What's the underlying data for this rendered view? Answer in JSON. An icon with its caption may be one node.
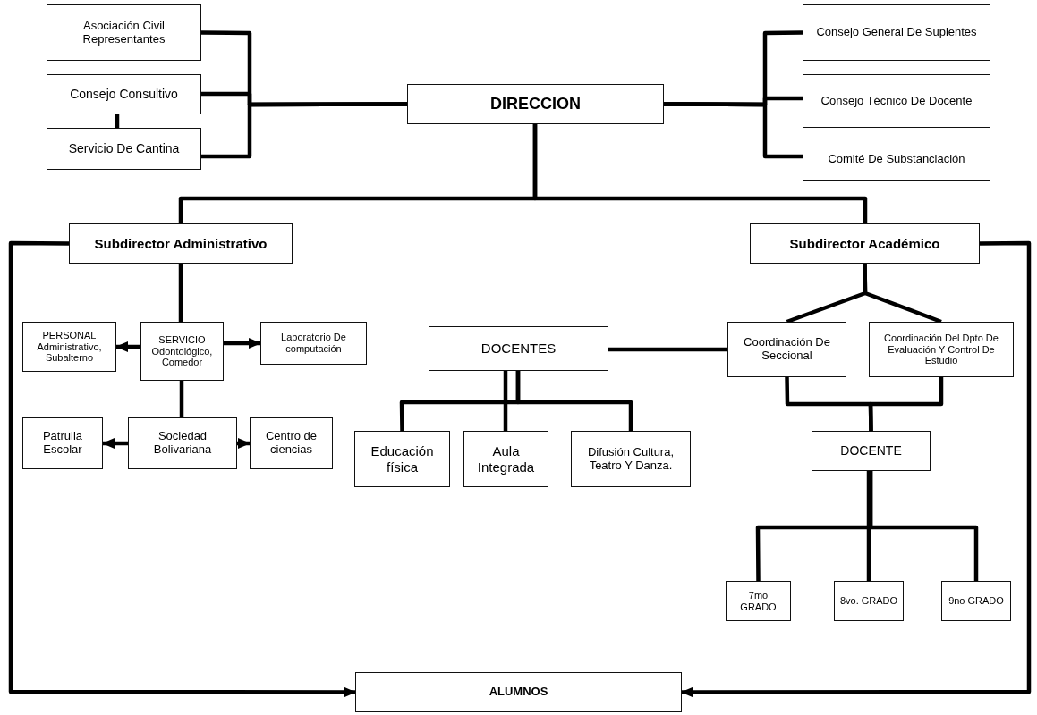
{
  "diagram": {
    "nodes": [
      {
        "text": [
          "Asociación Civil Representantes"
        ]
      },
      {
        "text": [
          "Consejo Consultivo"
        ]
      },
      {
        "text": [
          "Servicio De Cantina"
        ]
      },
      {
        "text": [
          "DIRECCION"
        ]
      },
      {
        "text": [
          "Consejo General De Suplentes"
        ]
      },
      {
        "text": [
          "Consejo Técnico De Docente"
        ]
      },
      {
        "text": [
          "Comité De Substanciación"
        ]
      },
      {
        "text": [
          "Subdirector Administrativo"
        ]
      },
      {
        "text": [
          "Subdirector Académico"
        ]
      },
      {
        "text": [
          "PERSONAL Administrativo, Subalterno"
        ]
      },
      {
        "text": [
          "SERVICIO Odontológico, Comedor"
        ]
      },
      {
        "text": [
          "Laboratorio De computación"
        ]
      },
      {
        "text": [
          "Patrulla Escolar"
        ]
      },
      {
        "text": [
          "Sociedad Bolivariana"
        ]
      },
      {
        "text": [
          "Centro de ciencias"
        ]
      },
      {
        "text": [
          "DOCENTES"
        ]
      },
      {
        "text": [
          "Educación física"
        ]
      },
      {
        "text": [
          "Aula Integrada"
        ]
      },
      {
        "text": [
          "Difusión Cultura, Teatro Y Danza."
        ]
      },
      {
        "text": [
          "Coordinación De Seccional"
        ]
      },
      {
        "text": [
          "Coordinación Del Dpto De Evaluación Y Control De Estudio"
        ]
      },
      {
        "text": [
          "DOCENTE"
        ]
      },
      {
        "text": [
          "7mo GRADO"
        ]
      },
      {
        "text": [
          "8vo. GRADO"
        ]
      },
      {
        "text": [
          "9no GRADO"
        ]
      },
      {
        "text": [
          "ALUMNOS"
        ]
      }
    ],
    "edges": [
      {
        "from": 0,
        "to": 3,
        "arrow": "none"
      },
      {
        "from": 1,
        "to": 3,
        "arrow": "none"
      },
      {
        "from": 2,
        "to": 3,
        "arrow": "none"
      },
      {
        "from": 1,
        "to": 2,
        "arrow": "none"
      },
      {
        "from": 3,
        "to": 4,
        "arrow": "none"
      },
      {
        "from": 3,
        "to": 5,
        "arrow": "none"
      },
      {
        "from": 3,
        "to": 6,
        "arrow": "none"
      },
      {
        "from": 3,
        "to": 7,
        "arrow": "none"
      },
      {
        "from": 3,
        "to": 8,
        "arrow": "none"
      },
      {
        "from": 7,
        "to": 10,
        "arrow": "none"
      },
      {
        "from": 10,
        "to": 9,
        "arrow": "to"
      },
      {
        "from": 10,
        "to": 11,
        "arrow": "to"
      },
      {
        "from": 10,
        "to": 13,
        "arrow": "none"
      },
      {
        "from": 13,
        "to": 12,
        "arrow": "to"
      },
      {
        "from": 13,
        "to": 14,
        "arrow": "to"
      },
      {
        "from": 15,
        "to": 16,
        "arrow": "none"
      },
      {
        "from": 15,
        "to": 17,
        "arrow": "none"
      },
      {
        "from": 15,
        "to": 18,
        "arrow": "none"
      },
      {
        "from": 19,
        "to": 15,
        "arrow": "none"
      },
      {
        "from": 8,
        "to": 19,
        "arrow": "none"
      },
      {
        "from": 8,
        "to": 20,
        "arrow": "none"
      },
      {
        "from": 19,
        "to": 21,
        "arrow": "none"
      },
      {
        "from": 20,
        "to": 21,
        "arrow": "none"
      },
      {
        "from": 21,
        "to": 22,
        "arrow": "none"
      },
      {
        "from": 21,
        "to": 23,
        "arrow": "none"
      },
      {
        "from": 21,
        "to": 24,
        "arrow": "none"
      },
      {
        "from": 7,
        "to": 25,
        "arrow": "to"
      },
      {
        "from": 8,
        "to": 25,
        "arrow": "to"
      }
    ]
  }
}
